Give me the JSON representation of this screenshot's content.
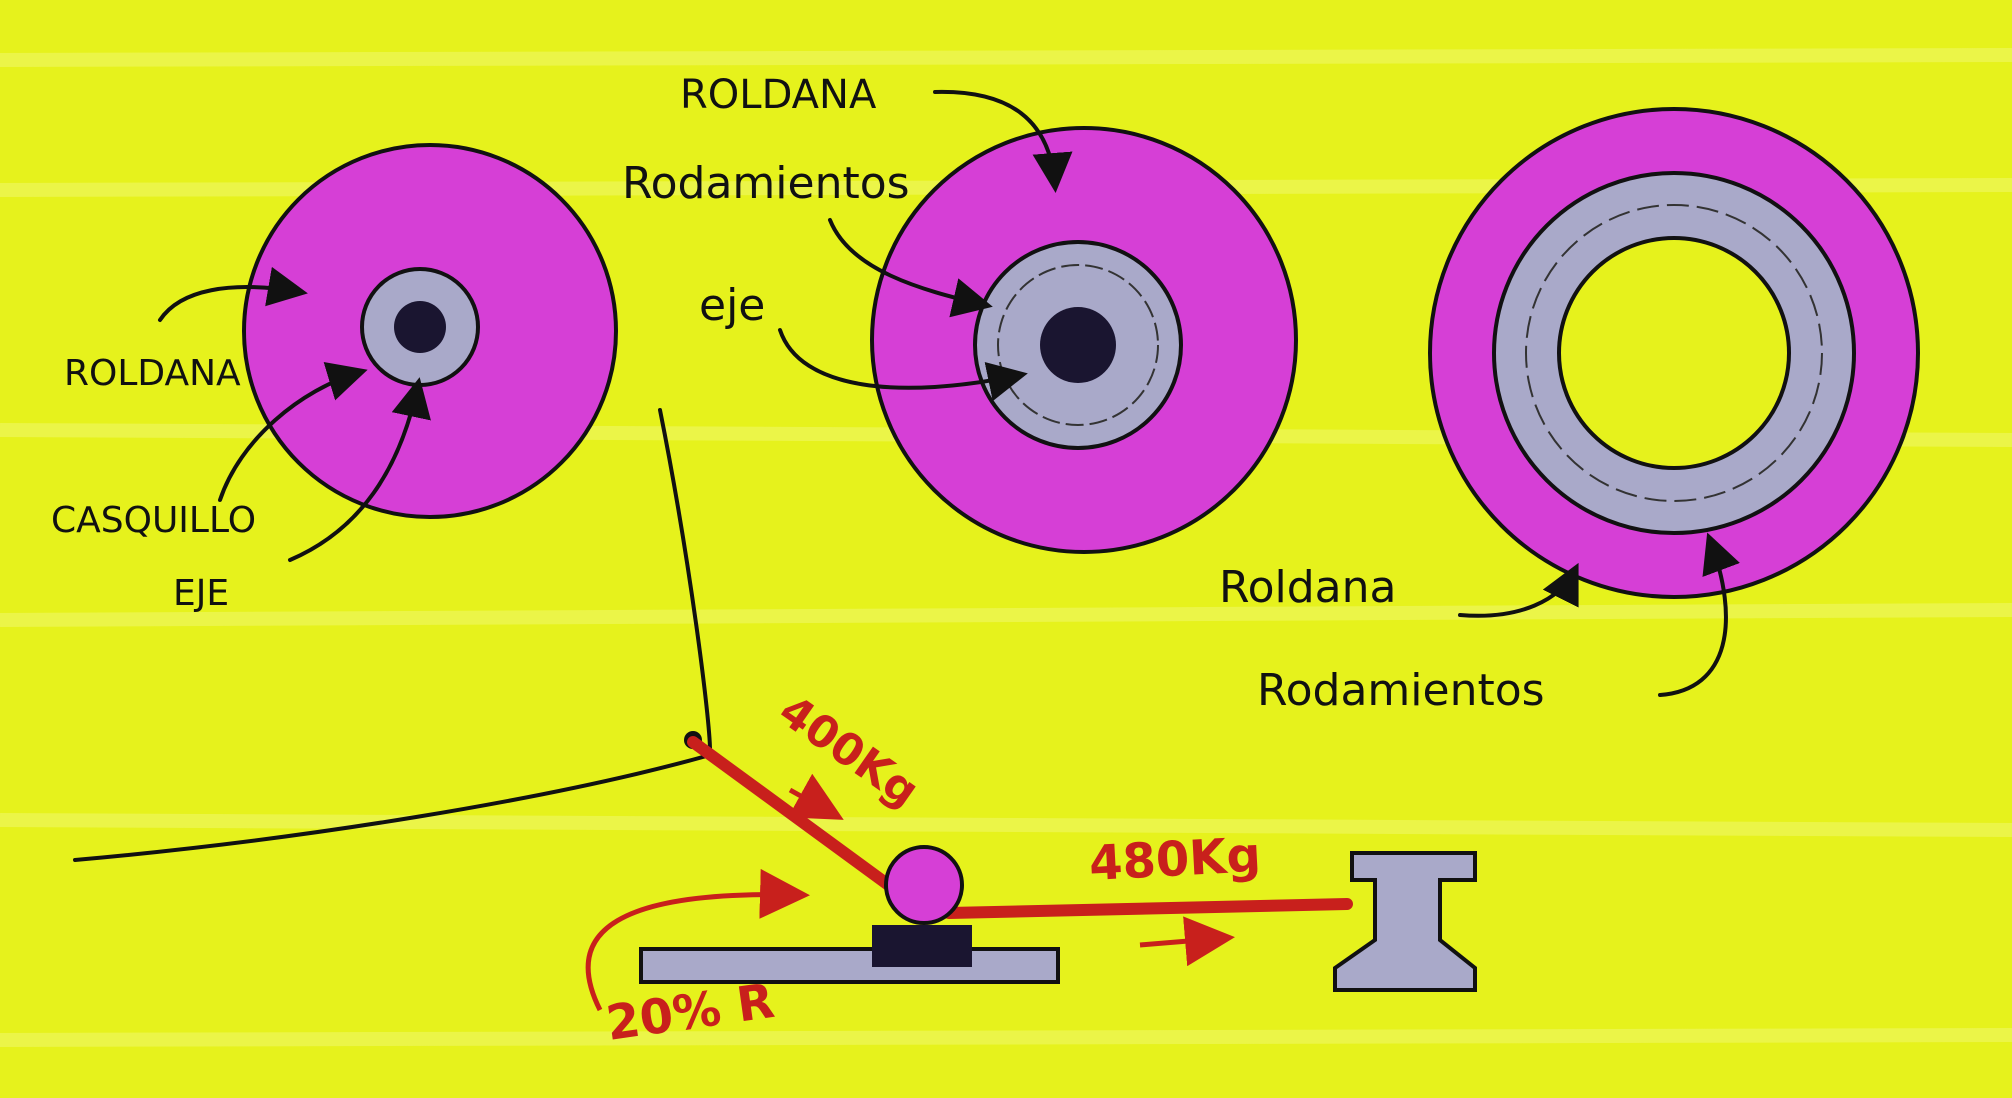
{
  "diagram": {
    "pulley_bushing": {
      "labels": {
        "roldana": "ROLDANA",
        "casquillo": "CASQUILLO",
        "eje": "EJE"
      }
    },
    "pulley_small_bearing": {
      "labels": {
        "roldana": "ROLDANA",
        "rodamientos": "Rodamientos",
        "eje": "eje"
      }
    },
    "pulley_large_bearing": {
      "labels": {
        "roldana": "Roldana",
        "rodamientos": "Rodamientos"
      }
    },
    "force_sketch": {
      "load_in": "400Kg",
      "load_out": "480Kg",
      "friction": "20% R"
    },
    "colors": {
      "background": "#e6f21c",
      "pulley": "#d63fd6",
      "bearing": "#a9a9c9",
      "rope": "#c8201c",
      "ink": "#111111"
    }
  }
}
